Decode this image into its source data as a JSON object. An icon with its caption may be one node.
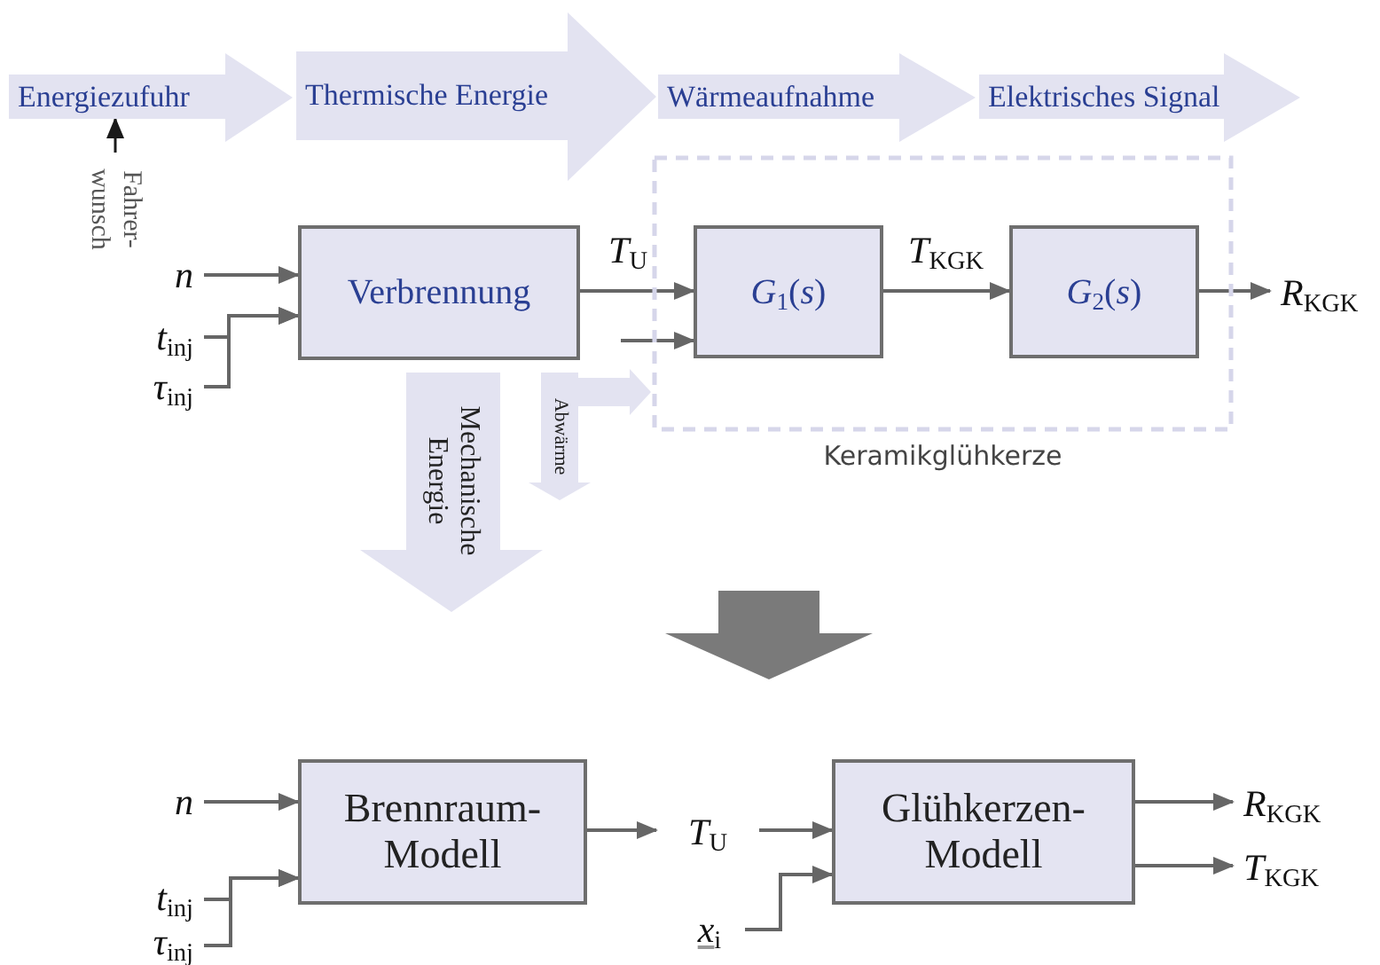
{
  "diagram": {
    "nodes": [
      {
        "text": [
          "Energiezufuhr"
        ]
      },
      {
        "text": [
          "Thermische Energie"
        ]
      },
      {
        "text": [
          "Wärmeaufnahme"
        ]
      },
      {
        "text": [
          "Elektrisches Signal"
        ]
      },
      {
        "text": [
          "Fahrer- wunsch"
        ]
      },
      {
        "text": [
          "Keramikglühkerze"
        ]
      },
      {
        "text": [
          "Verbrennung"
        ]
      },
      {
        "text": [
          "*G*$_{1}$(*s*)"
        ],
        "in": 5
      },
      {
        "text": [
          "*G*$_{2}$(*s*)"
        ],
        "in": 5
      },
      {
        "text": [
          "*n*"
        ]
      },
      {
        "text": [
          "*t*$_{inj}$"
        ]
      },
      {
        "text": [
          "*τ*$_{inj}$"
        ]
      },
      {
        "text": [
          "*R*$_{KGK}$"
        ]
      },
      {
        "text": [
          "Mechanische Energie"
        ]
      },
      {
        "text": [
          "Abwärme"
        ]
      },
      {
        "text": [
          "*n*"
        ]
      },
      {
        "text": [
          "*t*$_{inj}$"
        ]
      },
      {
        "text": [
          "*τ*$_{inj}$"
        ]
      },
      {
        "text": [
          "Brennraum- Modell"
        ]
      },
      {
        "text": [
          "*T*$_{U}$"
        ]
      },
      {
        "text": [
          "Glühkerzen- Modell"
        ]
      },
      {
        "text": [
          "*x*$_{i}$"
        ]
      },
      {
        "text": [
          "*R*$_{KGK}$"
        ]
      },
      {
        "text": [
          "*T*$_{KGK}$"
        ]
      }
    ],
    "edges": [
      {
        "from": 4,
        "to": 0,
        "arrow": "to",
        "color": "#1a1a1a"
      },
      {
        "from": 9,
        "to": 6,
        "arrow": "to"
      },
      {
        "from": 10,
        "to": 6,
        "arrow": "to"
      },
      {
        "from": 11,
        "to": 6,
        "arrow": "to"
      },
      {
        "from": 6,
        "to": 7,
        "arrow": "to",
        "label": "*T*$_{U}$"
      },
      {
        "from": null,
        "to": 7,
        "arrow": "to"
      },
      {
        "from": 7,
        "to": 8,
        "arrow": "to",
        "label": "*T*$_{KGK}$"
      },
      {
        "from": 8,
        "to": 12,
        "arrow": "to"
      },
      {
        "from": 15,
        "to": 18,
        "arrow": "to"
      },
      {
        "from": 16,
        "to": 18,
        "arrow": "to"
      },
      {
        "from": 17,
        "to": 18,
        "arrow": "to"
      },
      {
        "from": 18,
        "to": 19,
        "arrow": "to"
      },
      {
        "from": 19,
        "to": 20,
        "arrow": "to"
      },
      {
        "from": 21,
        "to": 20,
        "arrow": "to"
      },
      {
        "from": 20,
        "to": 22,
        "arrow": "to"
      },
      {
        "from": 20,
        "to": 23,
        "arrow": "to"
      }
    ]
  }
}
